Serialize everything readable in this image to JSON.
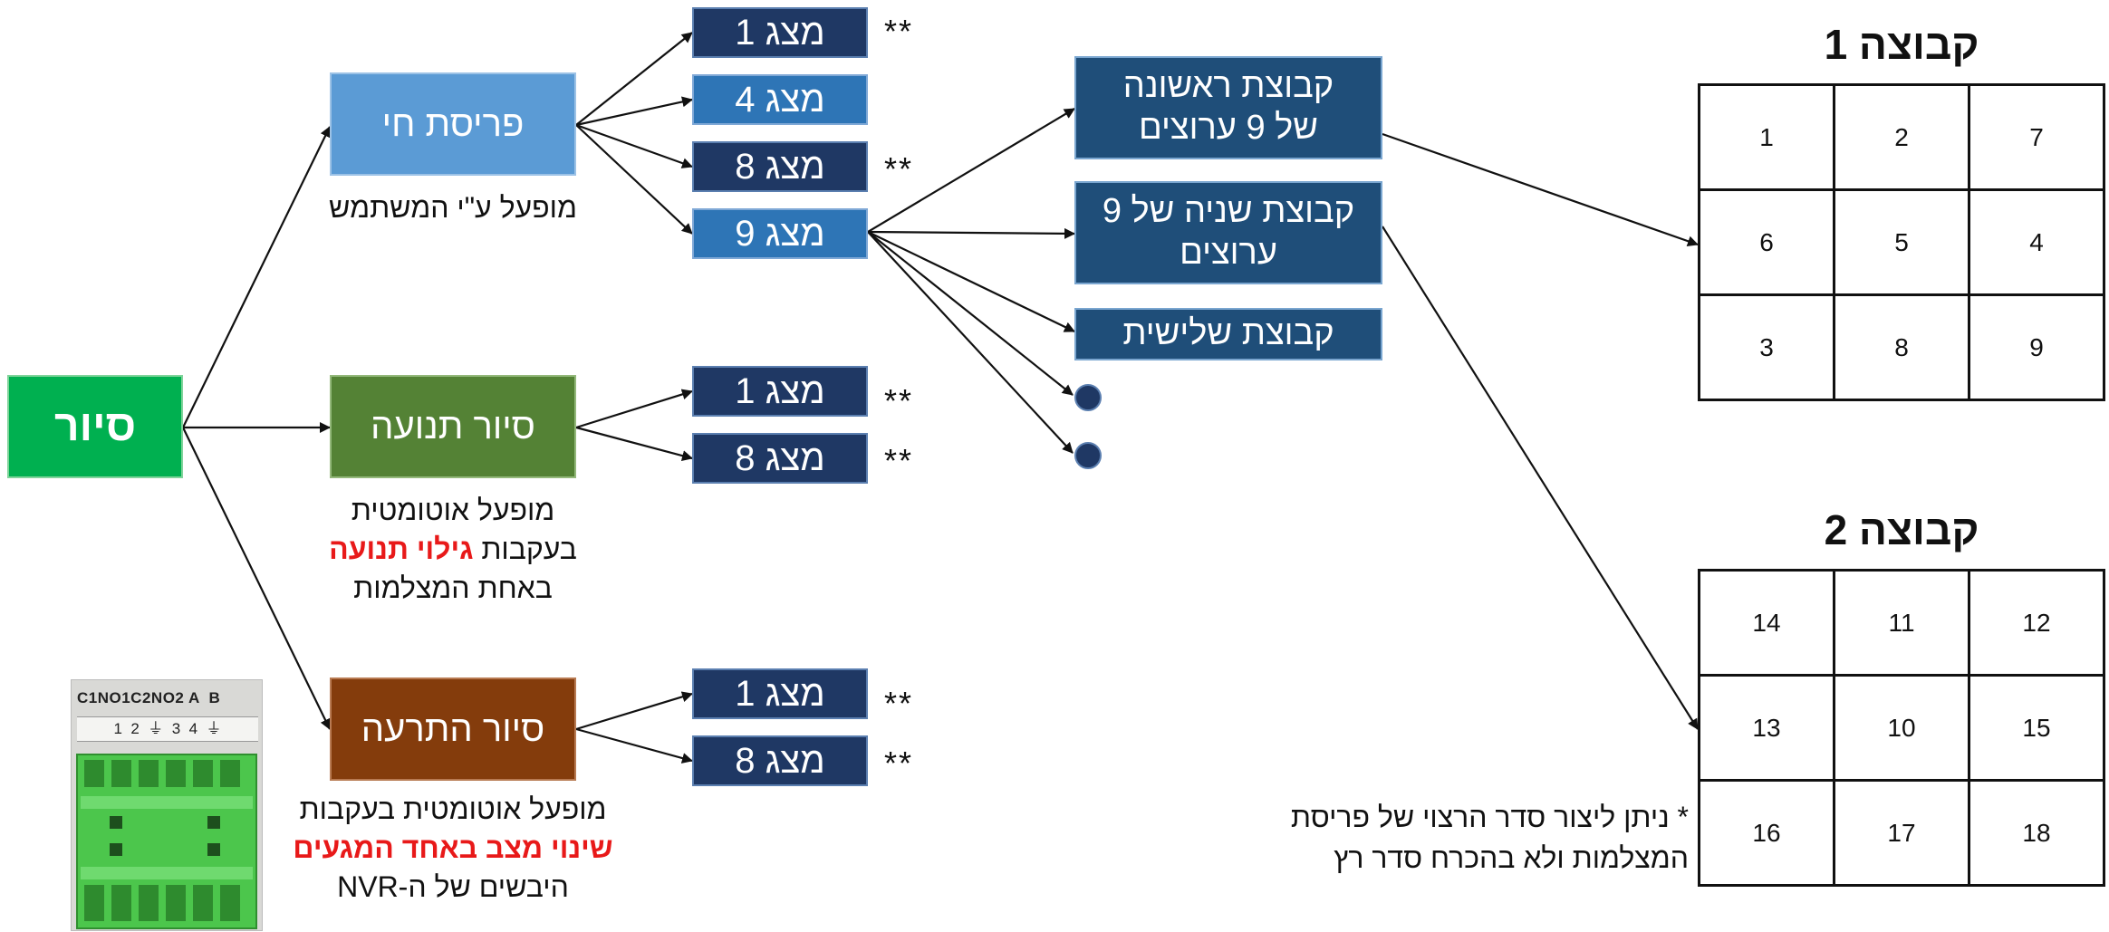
{
  "root": {
    "label": "סיור"
  },
  "live_view": {
    "label": "פריסת חי",
    "caption": "מופעל ע\"י המשתמש"
  },
  "motion_tour": {
    "label": "סיור תנועה",
    "caption_l1": "מופעל אוטומטית",
    "caption_l2_prefix": "בעקבות ",
    "caption_l2_red": "גילוי תנועה",
    "caption_l3": "באחת המצלמות"
  },
  "alarm_tour": {
    "label": "סיור התרעה",
    "caption_l1": "מופעל אוטומטית בעקבות",
    "caption_l2_red": "שינוי מצב באחד המגעים",
    "caption_l3": "היבשים של ה-NVR"
  },
  "live_modes": [
    "מצג 1",
    "מצג 4",
    "מצג 8",
    "מצג 9"
  ],
  "motion_modes": [
    "מצג 1",
    "מצג 8"
  ],
  "alarm_modes": [
    "מצג 1",
    "מצג 8"
  ],
  "stars": "**",
  "groups": {
    "first_l1": "קבוצת ראשונה",
    "first_l2": "של 9 ערוצים",
    "second_l1": "קבוצת שניה של 9",
    "second_l2": "ערוצים",
    "third": "קבוצת שלישית"
  },
  "group1": {
    "title": "קבוצה 1",
    "cells": [
      [
        "1",
        "2",
        "7"
      ],
      [
        "6",
        "5",
        "4"
      ],
      [
        "3",
        "8",
        "9"
      ]
    ]
  },
  "group2": {
    "title": "קבוצה 2",
    "cells": [
      [
        "14",
        "11",
        "12"
      ],
      [
        "13",
        "10",
        "15"
      ],
      [
        "16",
        "17",
        "18"
      ]
    ]
  },
  "note": {
    "l1": "* ניתן ליצור סדר הרצוי של פריסת",
    "l2": "המצלמות ולא בהכרח סדר רץ"
  },
  "connector": {
    "top_labels": "C1NO1C2NO2 A  B",
    "pin_labels": "1  2  ⏚  3  4  ⏚"
  },
  "colors": {
    "root": "#00b050",
    "live": "#5b9bd5",
    "motion": "#548235",
    "alarm": "#843c0c",
    "mode_dark": "#1f3864",
    "mode_light": "#2e75b6",
    "group": "#1f4e79",
    "highlight": "#e81919"
  }
}
